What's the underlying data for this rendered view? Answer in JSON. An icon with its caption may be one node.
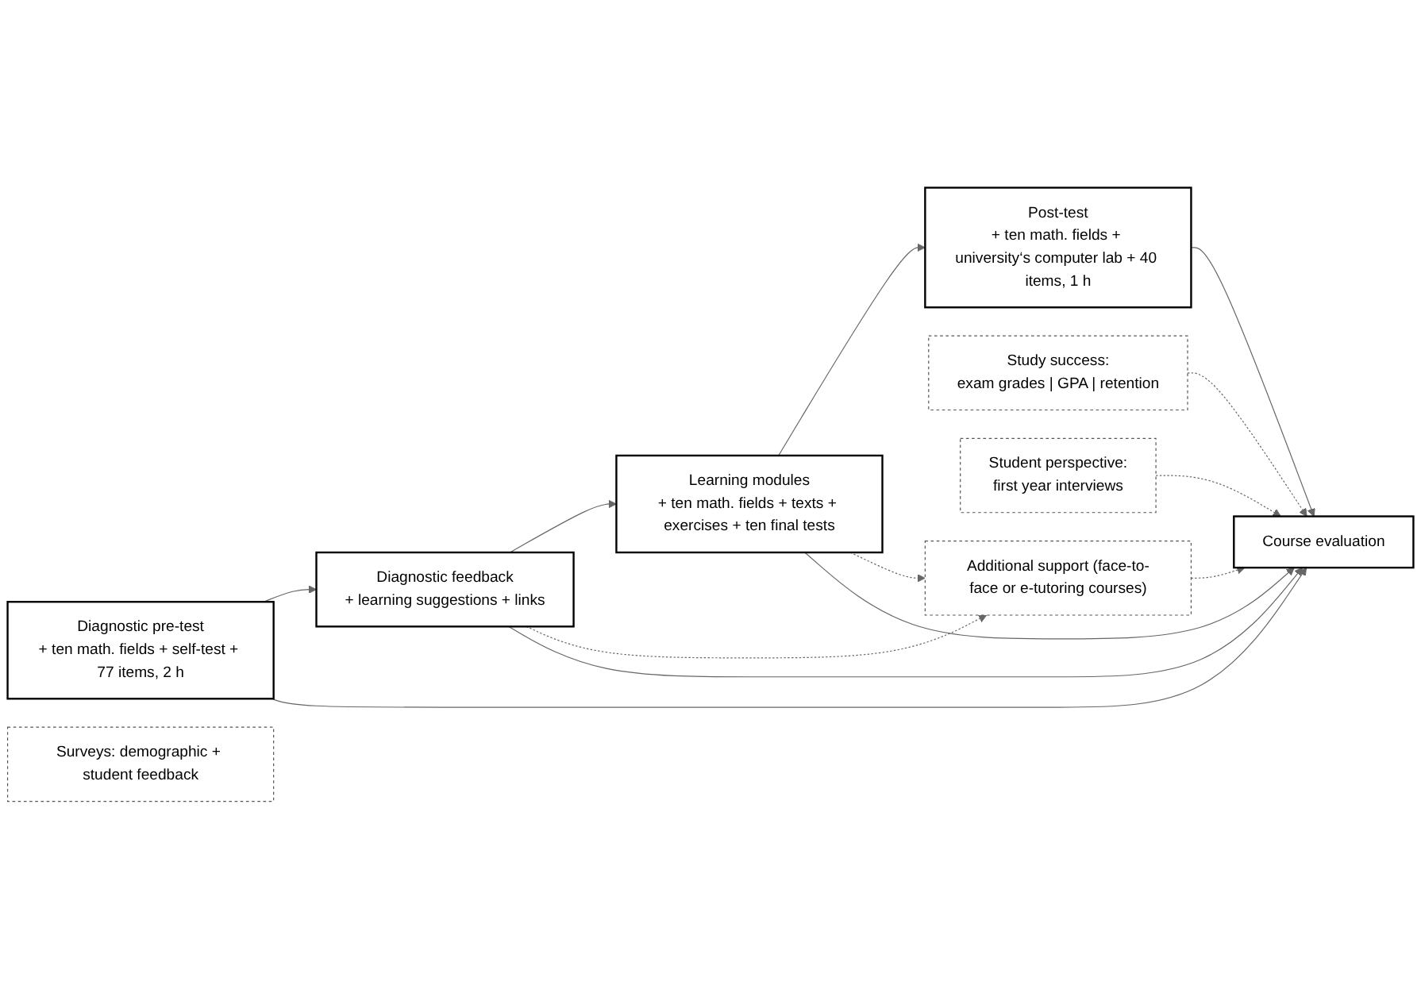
{
  "diagram": {
    "nodes": [
      {
        "text": [
          "Additional support (face-to-face or e-tutoring courses)"
        ]
      },
      {
        "text": [
          "Diagnostic pre-test",
          "+ ten math. fields + self-test + 77 items, 2 h"
        ]
      },
      {
        "text": [
          "Diagnostic feedback",
          "+ learning suggestions + links"
        ]
      },
      {
        "text": [
          "Learning modules",
          "+ ten math. fields + texts + exercises + ten final tests"
        ]
      },
      {
        "text": [
          "Post-test",
          "+ ten math. fields + university‘s computer lab + 40 items, 1 h"
        ]
      },
      {
        "text": [
          "Surveys: demographic + student feedback"
        ]
      },
      {
        "text": [
          "Course evaluation"
        ]
      },
      {
        "text": [
          "Study success:",
          "exam grades | GPA | retention"
        ]
      },
      {
        "text": [
          "Student perspective:",
          "first year interviews"
        ]
      }
    ],
    "edges": [
      {
        "from": 1,
        "to": 2,
        "arrow": "to"
      },
      {
        "from": 2,
        "to": 3,
        "arrow": "to"
      },
      {
        "from": 3,
        "to": 4,
        "arrow": "to"
      },
      {
        "from": 2,
        "to": 0,
        "arrow": "to",
        "style": "dashed"
      },
      {
        "from": 3,
        "to": 0,
        "arrow": "to",
        "style": "dashed"
      },
      {
        "from": 0,
        "to": 6,
        "arrow": "to",
        "style": "dashed"
      },
      {
        "from": 1,
        "to": 6,
        "arrow": "to"
      },
      {
        "from": 2,
        "to": 6,
        "arrow": "to"
      },
      {
        "from": 3,
        "to": 6,
        "arrow": "to"
      },
      {
        "from": 4,
        "to": 6,
        "arrow": "to"
      },
      {
        "from": 7,
        "to": 6,
        "arrow": "to",
        "style": "dashed"
      },
      {
        "from": 8,
        "to": 6,
        "arrow": "to",
        "style": "dashed"
      }
    ]
  }
}
